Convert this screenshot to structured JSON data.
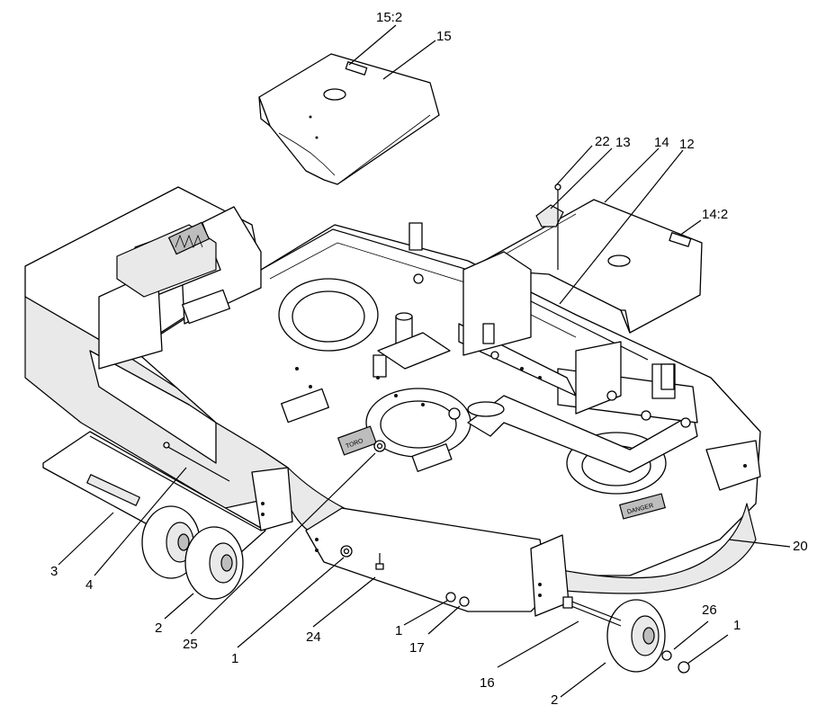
{
  "callouts": [
    {
      "id": "c15_2",
      "text": "15:2"
    },
    {
      "id": "c15",
      "text": "15"
    },
    {
      "id": "c22",
      "text": "22"
    },
    {
      "id": "c13",
      "text": "13"
    },
    {
      "id": "c14",
      "text": "14"
    },
    {
      "id": "c12",
      "text": "12"
    },
    {
      "id": "c14_2",
      "text": "14:2"
    },
    {
      "id": "c20",
      "text": "20"
    },
    {
      "id": "c3",
      "text": "3"
    },
    {
      "id": "c4",
      "text": "4"
    },
    {
      "id": "c2a",
      "text": "2"
    },
    {
      "id": "c25",
      "text": "25"
    },
    {
      "id": "c1a",
      "text": "1"
    },
    {
      "id": "c24",
      "text": "24"
    },
    {
      "id": "c1b",
      "text": "1"
    },
    {
      "id": "c17",
      "text": "17"
    },
    {
      "id": "c16",
      "text": "16"
    },
    {
      "id": "c26",
      "text": "26"
    },
    {
      "id": "c1c",
      "text": "1"
    },
    {
      "id": "c2b",
      "text": "2"
    }
  ],
  "decals": {
    "deck_label": "TORO",
    "front_label": "DANGER"
  }
}
